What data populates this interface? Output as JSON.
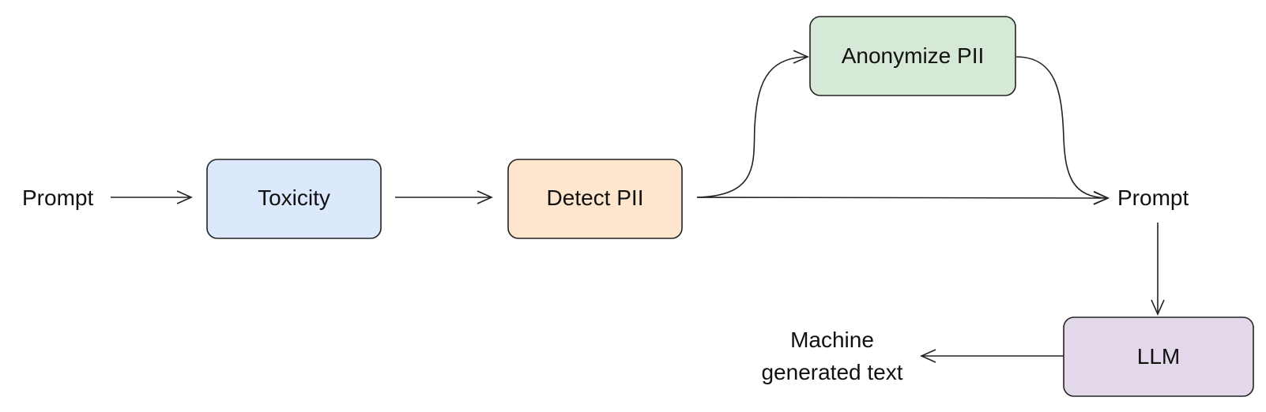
{
  "nodes": {
    "prompt_input": {
      "label": "Prompt"
    },
    "toxicity": {
      "label": "Toxicity",
      "color": "#dce8fc"
    },
    "detect_pii": {
      "label": "Detect PII",
      "color": "#fde6cd"
    },
    "anonymize_pii": {
      "label": "Anonymize PII",
      "color": "#d6e9d6"
    },
    "prompt_output": {
      "label": "Prompt"
    },
    "llm": {
      "label": "LLM",
      "color": "#e2d8e9"
    },
    "output_text": {
      "line1": "Machine",
      "line2": "generated text"
    }
  },
  "edges": [
    {
      "from": "Prompt",
      "to": "Toxicity"
    },
    {
      "from": "Toxicity",
      "to": "Detect PII"
    },
    {
      "from": "Detect PII",
      "to": "Prompt"
    },
    {
      "from": "Detect PII",
      "to": "Anonymize PII"
    },
    {
      "from": "Anonymize PII",
      "to": "Prompt"
    },
    {
      "from": "Prompt",
      "to": "LLM"
    },
    {
      "from": "LLM",
      "to": "Machine generated text"
    }
  ]
}
